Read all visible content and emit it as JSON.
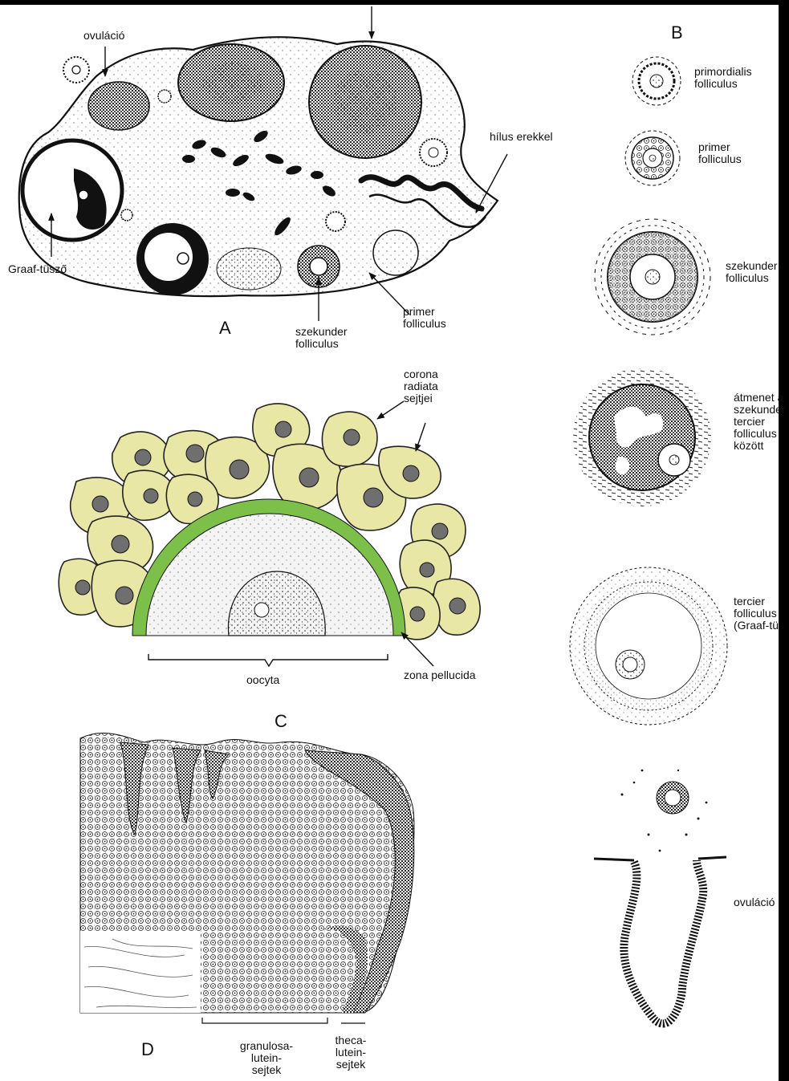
{
  "panels": {
    "a": "A",
    "b": "B",
    "c": "C",
    "d": "D"
  },
  "panel_a": {
    "ovulation": "ovuláció",
    "graaf": "Graaf-tüsző",
    "hilus": "hílus erekkel",
    "secondary": "szekunder\nfolliculus",
    "primary": "primer\nfolliculus"
  },
  "panel_b": {
    "primordial": "primordialis\nfolliculus",
    "primary": "primer\nfolliculus",
    "secondary": "szekunder\nfolliculus",
    "transition": "átmenet a\nszekunder\ntercier\nfolliculus\nközött",
    "tertiary": "tercier\nfolliculus\n(Graaf-tü",
    "ovulation": "ovuláció"
  },
  "panel_c": {
    "corona": "corona\nradiata\nsejtjei",
    "oocyta": "oocyta",
    "zona": "zona pellucida"
  },
  "panel_d": {
    "granulosa": "granulosa-\nlutein-\nsejtek",
    "theca": "theca-\nlutein-\nsejtek"
  },
  "colors": {
    "ink": "#111111",
    "cell_fill": "#e9e7a6",
    "zona_green": "#7cc04a",
    "nucleus": "#6f6f6f"
  }
}
